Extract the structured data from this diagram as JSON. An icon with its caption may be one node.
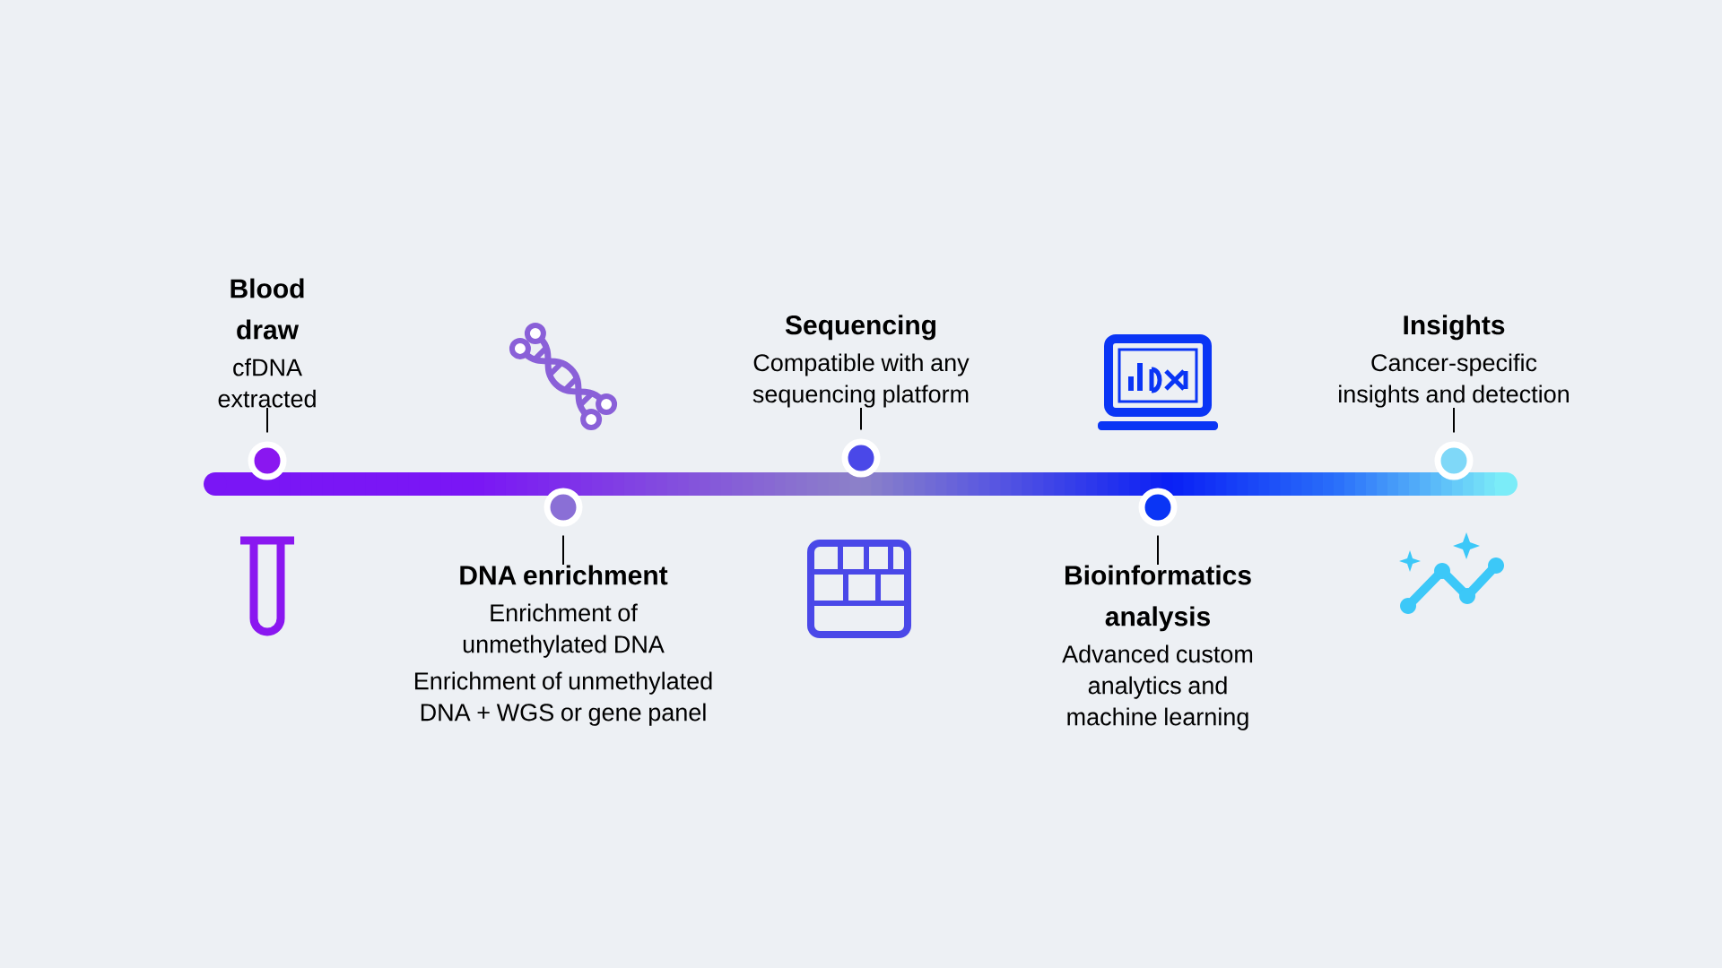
{
  "diagram": {
    "nodes": [
      {
        "text": [
          "Blood draw",
          "cfDNA extracted"
        ]
      },
      {
        "text": [
          "DNA enrichment",
          "Enrichment of unmethylated DNA",
          "Enrichment of unmethylated DNA + WGS or gene panel"
        ]
      },
      {
        "text": [
          "Sequencing",
          "Compatible with any sequencing platform"
        ]
      },
      {
        "text": [
          "Bioinformatics analysis",
          "Advanced custom analytics and machine learning"
        ]
      },
      {
        "text": [
          "Insights",
          "Cancer-specific insights and detection"
        ]
      },
      {
        "text": [],
        "shape": "circle"
      },
      {
        "text": [],
        "shape": "circle"
      },
      {
        "text": [],
        "shape": "circle"
      },
      {
        "text": [],
        "shape": "circle"
      },
      {
        "text": [],
        "shape": "circle"
      }
    ],
    "edges": [
      {
        "from": 0,
        "to": 5,
        "arrow": "none"
      },
      {
        "from": 1,
        "to": 6,
        "arrow": "none"
      },
      {
        "from": 2,
        "to": 7,
        "arrow": "none"
      },
      {
        "from": 3,
        "to": 8,
        "arrow": "none"
      },
      {
        "from": 4,
        "to": 9,
        "arrow": "none"
      }
    ]
  }
}
